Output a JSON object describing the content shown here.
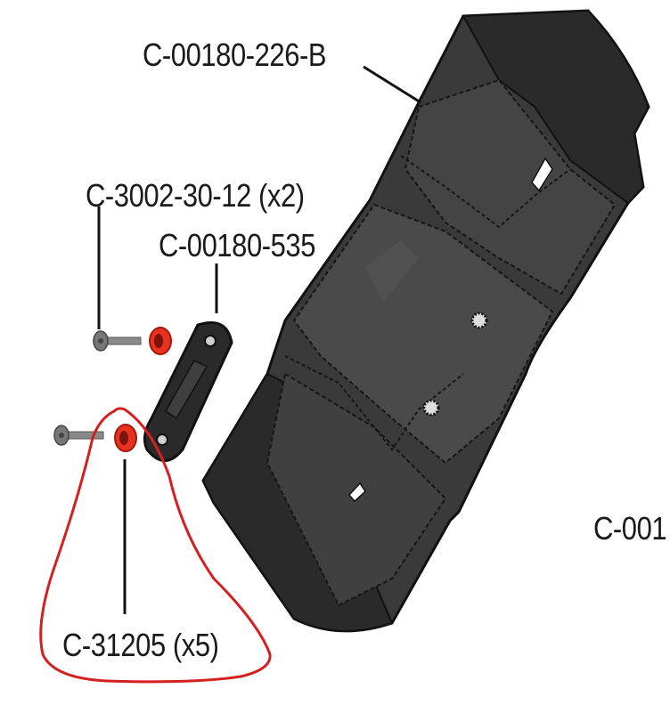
{
  "labels": {
    "wing": "C-00180-226-B",
    "screw": "C-3002-30-12 (x2)",
    "plate": "C-00180-535",
    "washer": "C-31205 (x5)",
    "cut_off": "C-001"
  },
  "colors": {
    "wing_body": "#3a3a3a",
    "wing_dark": "#242424",
    "wing_edge": "#111111",
    "screw": "#8a8a8a",
    "washer": "#e8321e",
    "annotation": "#d42020",
    "text": "#1a1a1a"
  }
}
